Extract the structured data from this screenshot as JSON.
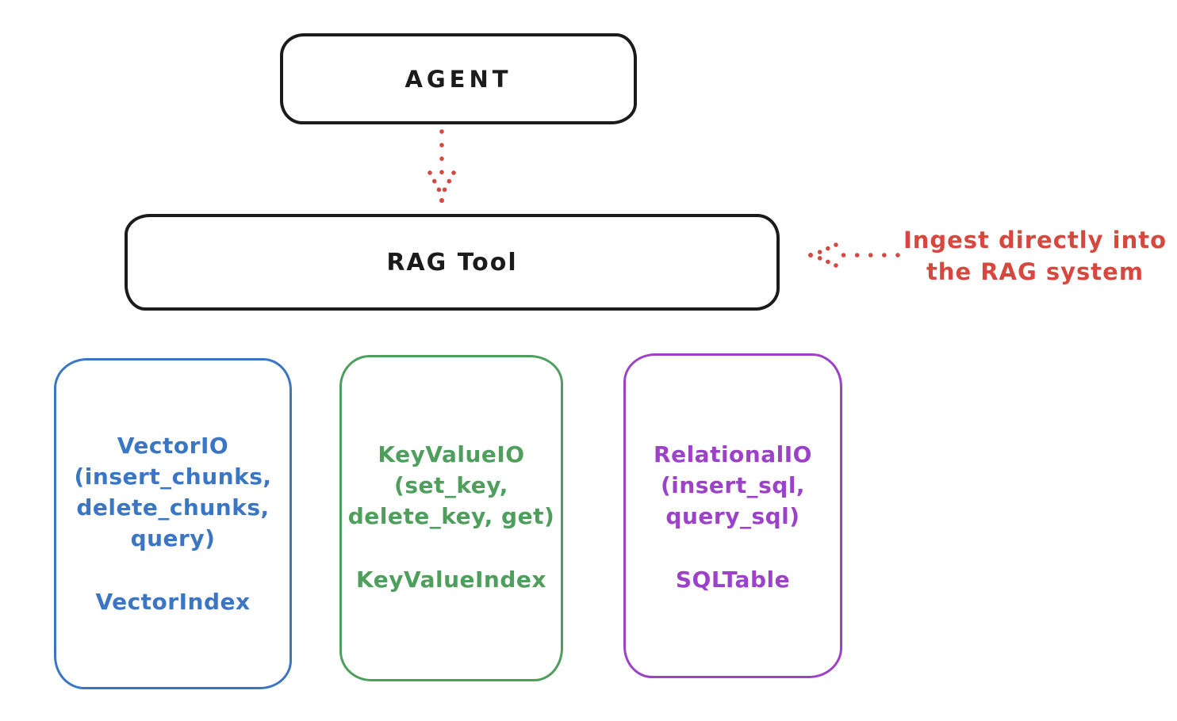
{
  "agent": {
    "label": "AGENT"
  },
  "rag_tool": {
    "label": "RAG Tool"
  },
  "ingest_note": {
    "line1": "Ingest directly into",
    "line2": "the RAG system"
  },
  "arrows": {
    "agent_to_rag": {
      "style": "dotted",
      "direction": "down"
    },
    "ingest_to_rag": {
      "style": "dotted",
      "direction": "left"
    }
  },
  "io_boxes": [
    {
      "id": "vector-io",
      "title_lines": [
        "VectorIO",
        "(insert_chunks,",
        "delete_chunks,",
        "query)"
      ],
      "index_label": "VectorIndex"
    },
    {
      "id": "keyvalue-io",
      "title_lines": [
        "KeyValueIO",
        "(set_key,",
        "delete_key, get)"
      ],
      "index_label": "KeyValueIndex"
    },
    {
      "id": "relational-io",
      "title_lines": [
        "RelationalIO",
        "(insert_sql,",
        "query_sql)"
      ],
      "index_label": "SQLTable"
    }
  ],
  "colors": {
    "stroke_black": "#1b1b1b",
    "arrow_red": "#d6483e",
    "vector_blue": "#3b76c4",
    "keyvalue_green": "#4e9e5c",
    "relational_purple": "#9c42c8",
    "background": "#ffffff"
  }
}
